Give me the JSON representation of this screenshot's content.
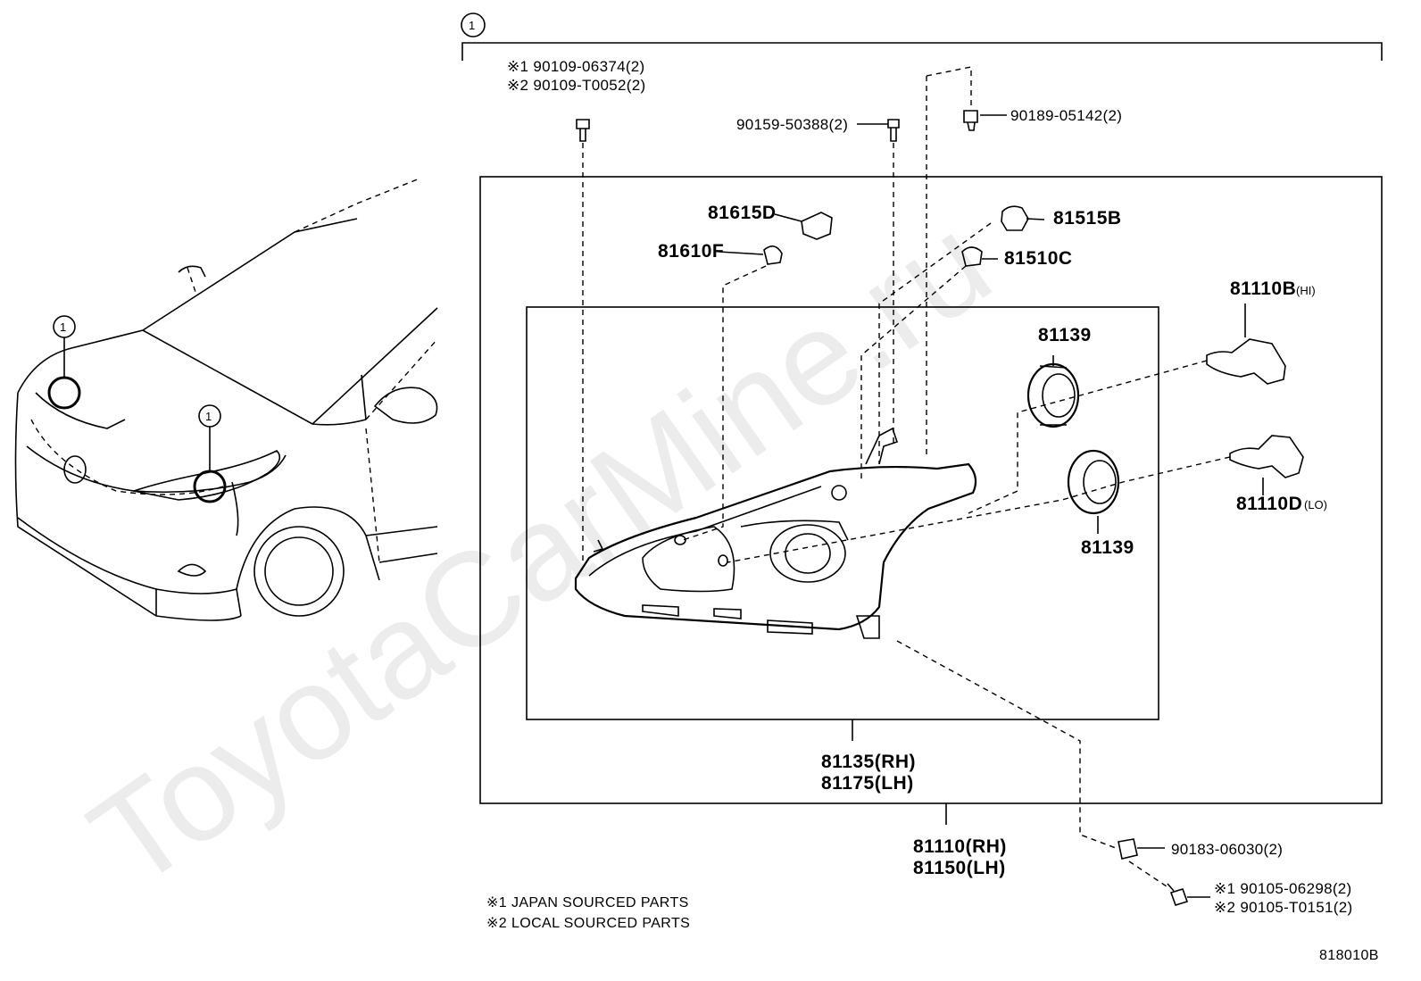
{
  "watermark": "ToyotaCarMine.ru",
  "callout_number": "1",
  "diagram_code": "818010B",
  "notes": [
    "※1 JAPAN SOURCED PARTS",
    "※2 LOCAL SOURCED PARTS"
  ],
  "parts": {
    "bolt_top_left": [
      "※1 90109-06374(2)",
      "※2 90109-T0052(2)"
    ],
    "bolt_top_mid": "90159-50388(2)",
    "clip_top_right": "90189-05142(2)",
    "socket_81615d": "81615D",
    "bulb_81610f": "81610F",
    "socket_81515b": "81515B",
    "bulb_81510c": "81510C",
    "bulb_hi": "81110B",
    "bulb_hi_tag": "(HI)",
    "bulb_lo": "81110D",
    "bulb_lo_tag": "(LO)",
    "cap_upper": "81139",
    "cap_lower": "81139",
    "housing_rh": "81135(RH)",
    "housing_lh": "81175(LH)",
    "assembly_rh": "81110(RH)",
    "assembly_lh": "81150(LH)",
    "nut": "90183-06030(2)",
    "bolt_bottom": [
      "※1 90105-06298(2)",
      "※2 90105-T0151(2)"
    ]
  }
}
